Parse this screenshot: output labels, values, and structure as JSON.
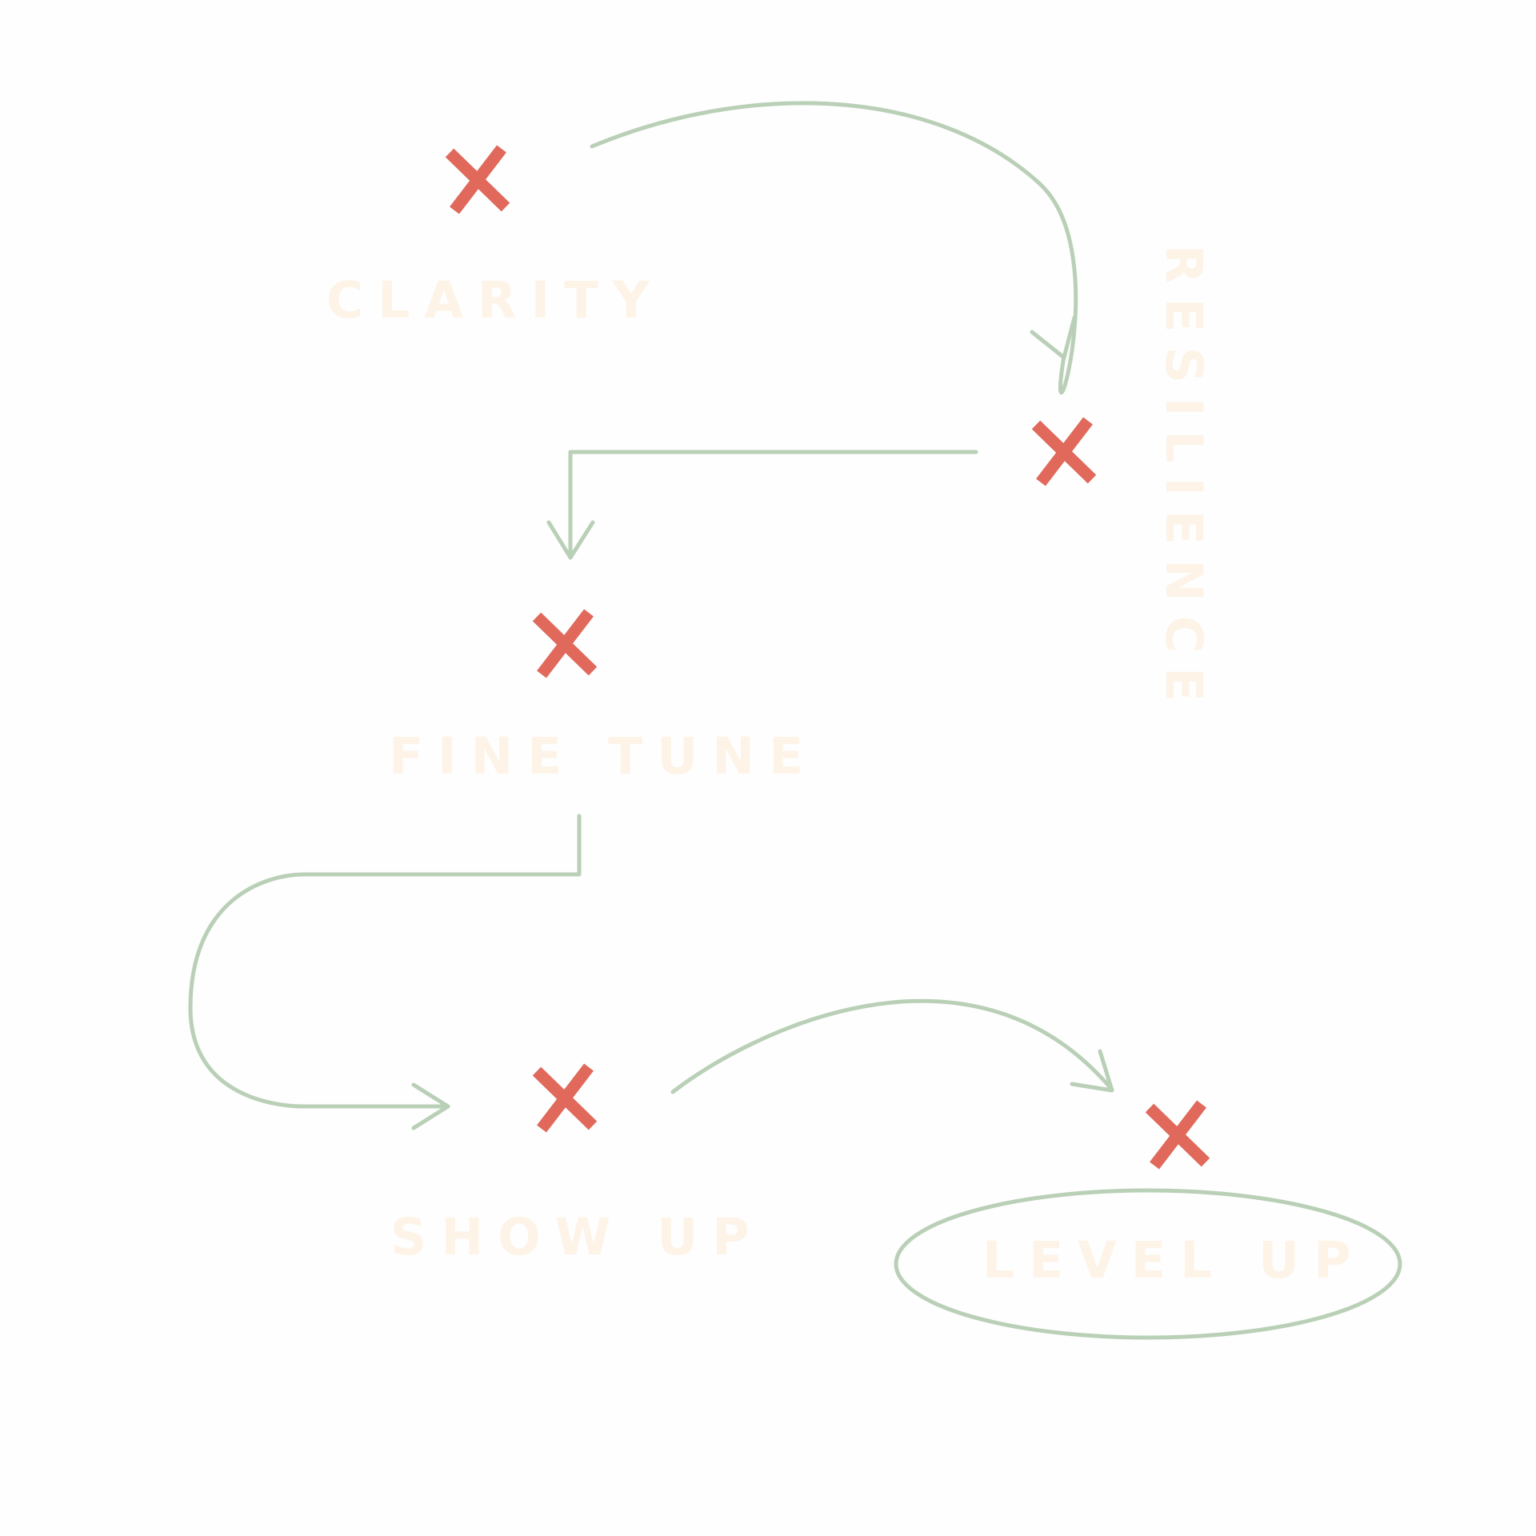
{
  "colors": {
    "background": "#fefefe",
    "label": "#fdf3e7",
    "arrow": "#b9d0b7",
    "marker": "#e0695b"
  },
  "labels": {
    "clarity": "CLARITY",
    "resilience": "RESILIENCE",
    "fine_tune": "FINE TUNE",
    "show_up": "SHOW UP",
    "level_up": "LEVEL UP"
  },
  "markers": [
    {
      "name": "x-marker-clarity-icon"
    },
    {
      "name": "x-marker-resilience-icon"
    },
    {
      "name": "x-marker-fine-tune-icon"
    },
    {
      "name": "x-marker-show-up-icon"
    },
    {
      "name": "x-marker-level-up-icon"
    }
  ]
}
